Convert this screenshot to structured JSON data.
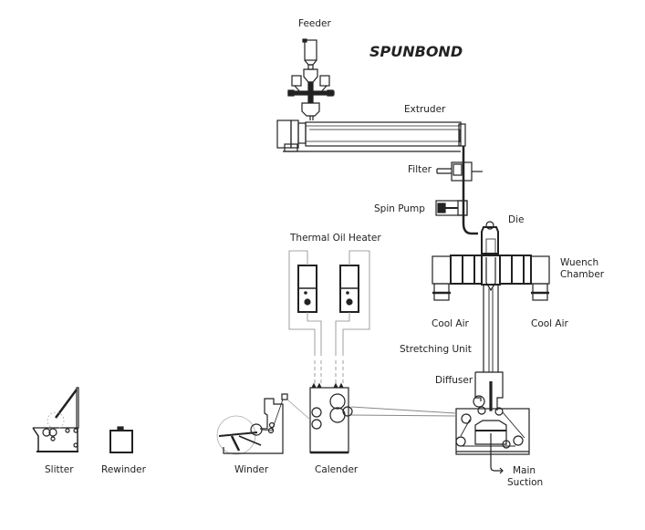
{
  "diagram": {
    "title": "SPUNBOND",
    "labels": {
      "feeder": "Feeder",
      "extruder": "Extruder",
      "filter": "Filter",
      "spin_pump": "Spin Pump",
      "die": "Die",
      "quench_chamber_line1": "Wuench",
      "quench_chamber_line2": "Chamber",
      "cool_air_left": "Cool Air",
      "cool_air_right": "Cool Air",
      "stretching_unit": "Stretching Unit",
      "diffuser": "Diffuser",
      "main_suction_line1": "Main",
      "main_suction_line2": "Suction",
      "thermal_oil_heater": "Thermal Oil Heater",
      "calender": "Calender",
      "winder": "Winder",
      "rewinder": "Rewinder",
      "slitter": "Slitter"
    },
    "colors": {
      "line": "#222222",
      "thin_line": "#888888",
      "background": "#ffffff"
    }
  }
}
